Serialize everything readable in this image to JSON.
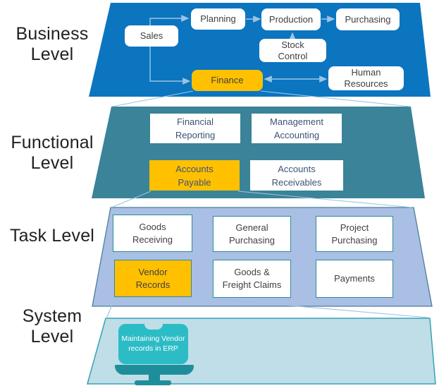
{
  "title": "Business process decomposition pyramid",
  "colors": {
    "business_fill": "#0B75BF",
    "functional_fill": "#3A8398",
    "task_fill": "#A9BFE3",
    "task_border": "#4E7E99",
    "task_box_border": "#2E8B9A",
    "system_fill": "#BFDEE8",
    "system_border": "#38A2B2",
    "highlight": "#FFC000",
    "connector": "#9CC3E5",
    "navy_text": "#3C5377",
    "screen_teal": "#2CBCC6",
    "stand_teal": "#1F8E9B"
  },
  "levels": {
    "business": {
      "label": "Business Level",
      "boxes": {
        "sales": "Sales",
        "planning": "Planning",
        "production": "Production",
        "purchasing": "Purchasing",
        "stock_control": "Stock Control",
        "finance": "Finance",
        "human_resources": "Human Resources"
      }
    },
    "functional": {
      "label": "Functional Level",
      "boxes": {
        "financial_reporting": "Financial Reporting",
        "management_accounting": "Management Accounting",
        "accounts_payable": "Accounts Payable",
        "accounts_receivables": "Accounts Receivables"
      }
    },
    "task": {
      "label": "Task Level",
      "boxes": {
        "goods_receiving": "Goods Receiving",
        "general_purchasing": "General Purchasing",
        "project_purchasing": "Project Purchasing",
        "vendor_records": "Vendor Records",
        "goods_freight_claims": "Goods & Freight Claims",
        "payments": "Payments"
      }
    },
    "system": {
      "label": "System Level",
      "boxes": {
        "erp_task": "Maintaining Vendor records in ERP"
      }
    }
  }
}
